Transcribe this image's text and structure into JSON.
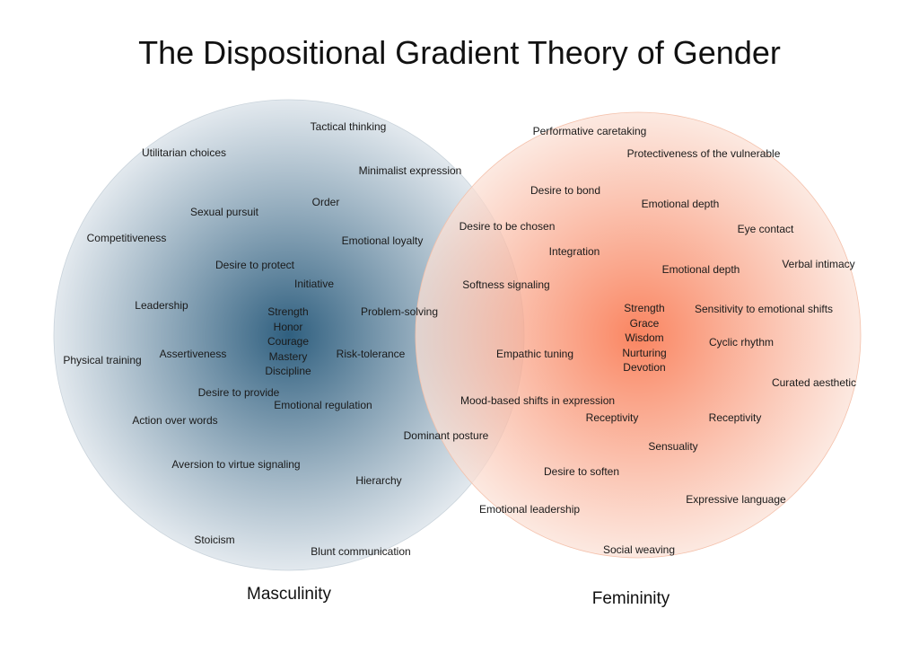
{
  "title": "The Dispositional Gradient Theory of Gender",
  "colors": {
    "masculinity_center": "#2f5f7f",
    "masculinity_edge": "#dfe6ec",
    "femininity_center": "#f86a3e",
    "femininity_edge": "#fbe1d6"
  },
  "sets": [
    {
      "id": "masculinity",
      "label": "Masculinity"
    },
    {
      "id": "femininity",
      "label": "Femininity"
    }
  ],
  "masculinity_terms": [
    "Tactical thinking",
    "Utilitarian choices",
    "Minimalist expression",
    "Order",
    "Sexual pursuit",
    "Competitiveness",
    "Emotional loyalty",
    "Desire to protect",
    "Initiative",
    "Leadership",
    "Problem-solving",
    "Assertiveness",
    "Risk-tolerance",
    "Physical training",
    "Desire to provide",
    "Emotional regulation",
    "Action over words",
    "Dominant posture",
    "Aversion to virtue signaling",
    "Hierarchy",
    "Stoicism",
    "Blunt communication"
  ],
  "masculinity_core": [
    "Strength",
    "Honor",
    "Courage",
    "Mastery",
    "Discipline"
  ],
  "femininity_terms": [
    "Performative caretaking",
    "Protectiveness of the vulnerable",
    "Desire to bond",
    "Emotional depth",
    "Desire to be chosen",
    "Eye contact",
    "Integration",
    "Emotional depth",
    "Verbal intimacy",
    "Softness signaling",
    "Sensitivity to emotional shifts",
    "Cyclic rhythm",
    "Empathic tuning",
    "Curated aesthetic",
    "Mood-based shifts in expression",
    "Receptivity",
    "Receptivity",
    "Sensuality",
    "Desire to soften",
    "Expressive language",
    "Emotional leadership",
    "Social weaving"
  ],
  "femininity_core": [
    "Strength",
    "Grace",
    "Wisdom",
    "Nurturing",
    "Devotion"
  ]
}
